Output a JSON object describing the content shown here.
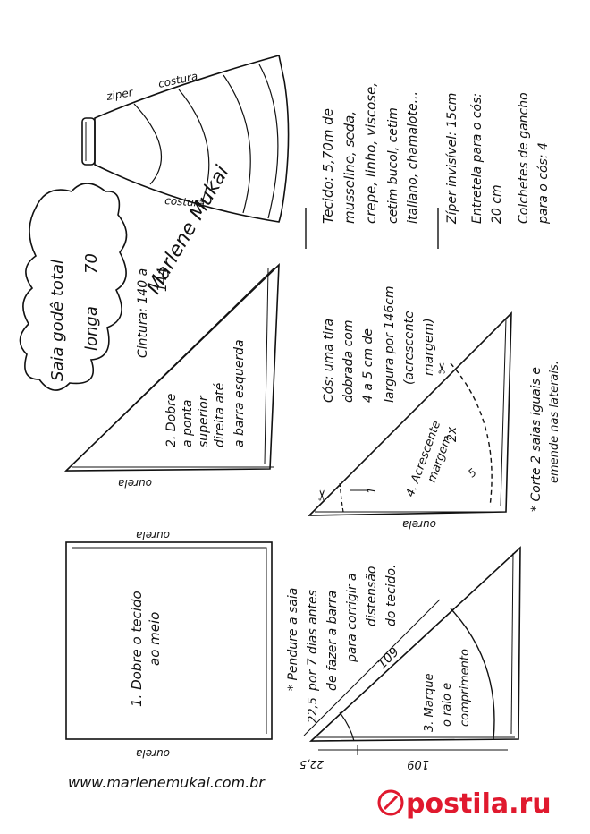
{
  "title": {
    "line1": "Saia godê total",
    "line2": "longa",
    "size": "70"
  },
  "signature": "Marlene Mukai",
  "skirt": {
    "label_ziper": "ziper",
    "label_costura_top": "costura",
    "label_costura_bottom": "costura"
  },
  "waist": {
    "label": "Cintura: 140 a",
    "label2": "144"
  },
  "step1": {
    "line1": "1. Dobre o tecido",
    "line2": "ao meio",
    "ourela_top": "ourela",
    "ourela_bottom": "ourela"
  },
  "step2": {
    "line1": "2. Dobre",
    "line2": "a ponta",
    "line3": "superior",
    "line4": "direita até",
    "line5": "a barra esquerda",
    "ourela": "ourela"
  },
  "step3": {
    "line1": "3. Marque",
    "line2": "o raio e",
    "line3": "comprimento",
    "radius": "22,5",
    "radius_side": "22,5",
    "length_hyp": "109",
    "length_base": "109"
  },
  "step4": {
    "line1": "4. Acrescente",
    "line2": "margem",
    "twox": "2x",
    "margin5": "5",
    "one": "1",
    "ourela": "ourela"
  },
  "note_pendure": {
    "line1": "* Pendure a saia",
    "line2": "por 7 dias antes",
    "line3": "de fazer a barra",
    "line4": "para corrigir a",
    "line5": "distensão",
    "line6": "do tecido."
  },
  "cos": {
    "line1": "Cós: uma tira",
    "line2": "dobrada com",
    "line3": "4 a 5 cm de",
    "line4": "largura por 146cm",
    "line5": "(acrescente",
    "line6": "margem)"
  },
  "corte": {
    "line1": "* Corte 2 saias iguais e",
    "line2": "emende nas laterais."
  },
  "materials": {
    "line1": "Tecido: 5,70m de",
    "line2": "musseline, seda,",
    "line3": "crepe, linho, viscose,",
    "line4": "cetim bucol, cetim",
    "line5": "italiano, chamalote...",
    "line6": "Zíper invisível: 15cm",
    "line7": "Entretela para o cós:",
    "line8": "20 cm",
    "line9": "Colchetes de gancho",
    "line10": "para o cós: 4"
  },
  "website": "www.marlenemukai.com.br",
  "brand": "postila.ru",
  "colors": {
    "ink": "#111111",
    "brand_red": "#e0192e"
  }
}
